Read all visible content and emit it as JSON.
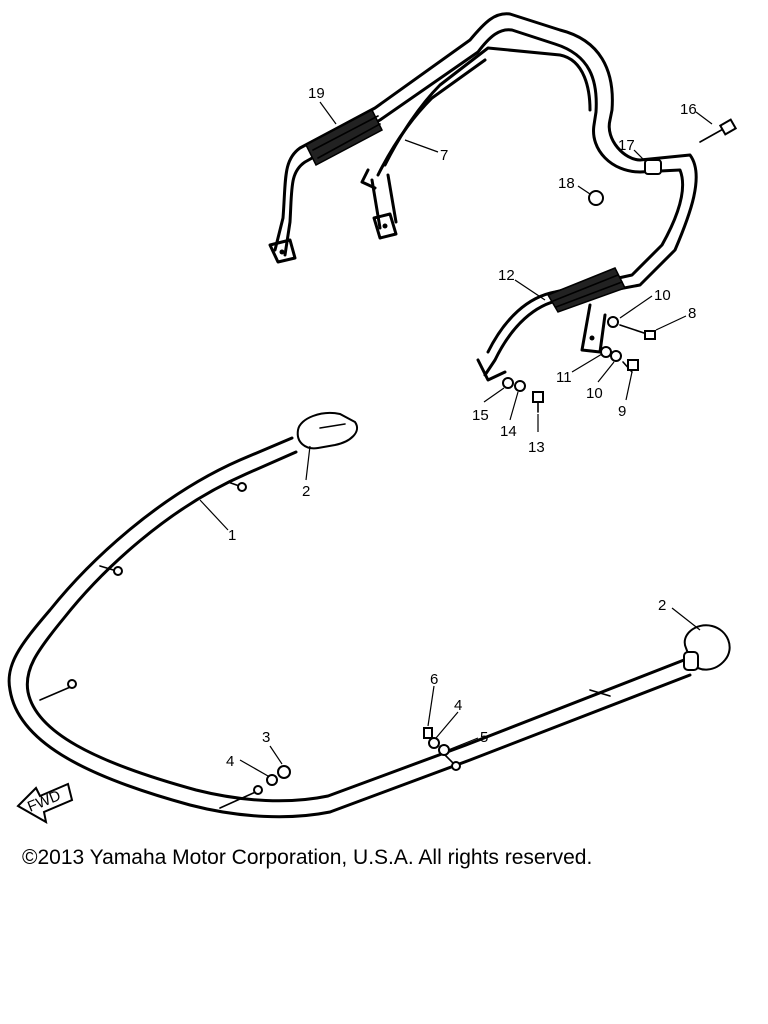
{
  "callouts": [
    {
      "label": "19"
    },
    {
      "label": "7"
    },
    {
      "label": "16"
    },
    {
      "label": "17"
    },
    {
      "label": "18"
    },
    {
      "label": "12"
    },
    {
      "label": "10"
    },
    {
      "label": "8"
    },
    {
      "label": "11"
    },
    {
      "label": "10"
    },
    {
      "label": "9"
    },
    {
      "label": "15"
    },
    {
      "label": "14"
    },
    {
      "label": "13"
    },
    {
      "label": "2"
    },
    {
      "label": "1"
    },
    {
      "label": "2"
    },
    {
      "label": "6"
    },
    {
      "label": "4"
    },
    {
      "label": "5"
    },
    {
      "label": "3"
    },
    {
      "label": "4"
    }
  ],
  "fwd_arrow_label": "FWD",
  "copyright": "©2013 Yamaha Motor Corporation, U.S.A. All rights reserved."
}
